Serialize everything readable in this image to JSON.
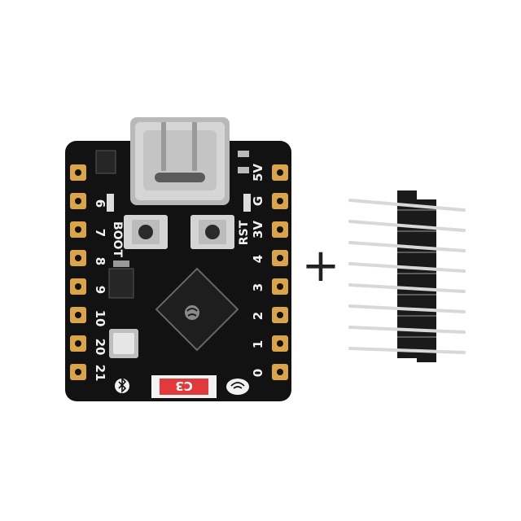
{
  "board": {
    "left_pins": [
      "6",
      "7",
      "8",
      "9",
      "10",
      "20",
      "21"
    ],
    "right_pins": [
      "5V",
      "G",
      "3V",
      "4",
      "3",
      "2",
      "1",
      "0"
    ],
    "boot_label": "BOOT",
    "rst_label": "RST",
    "chip_label": "C3",
    "colors": {
      "pcb": "#121212",
      "pad": "#d9a44a",
      "usb": "#c8c8c8",
      "chip_label_bg": "#e23a3a",
      "header_plastic": "#1a1a1a",
      "header_pin": "#d8d8d8"
    }
  },
  "accessory": {
    "plus_sign": "+",
    "header_pin_rows": 8
  },
  "icons": [
    "bluetooth-icon",
    "wifi-icon",
    "espressif-logo-icon"
  ]
}
